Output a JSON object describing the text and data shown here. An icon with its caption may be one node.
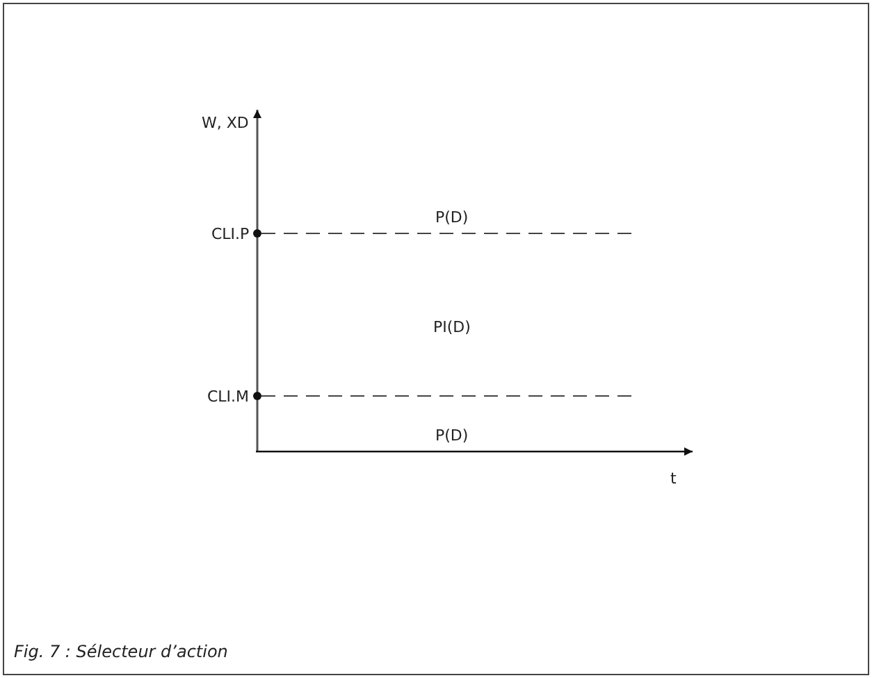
{
  "diagram": {
    "caption": "Fig. 7 : Sélecteur d’action",
    "labels": [
      "W, XD",
      "CLI.P",
      "P(D)",
      "PI(D)",
      "CLI.M",
      "P(D)",
      "t"
    ]
  }
}
